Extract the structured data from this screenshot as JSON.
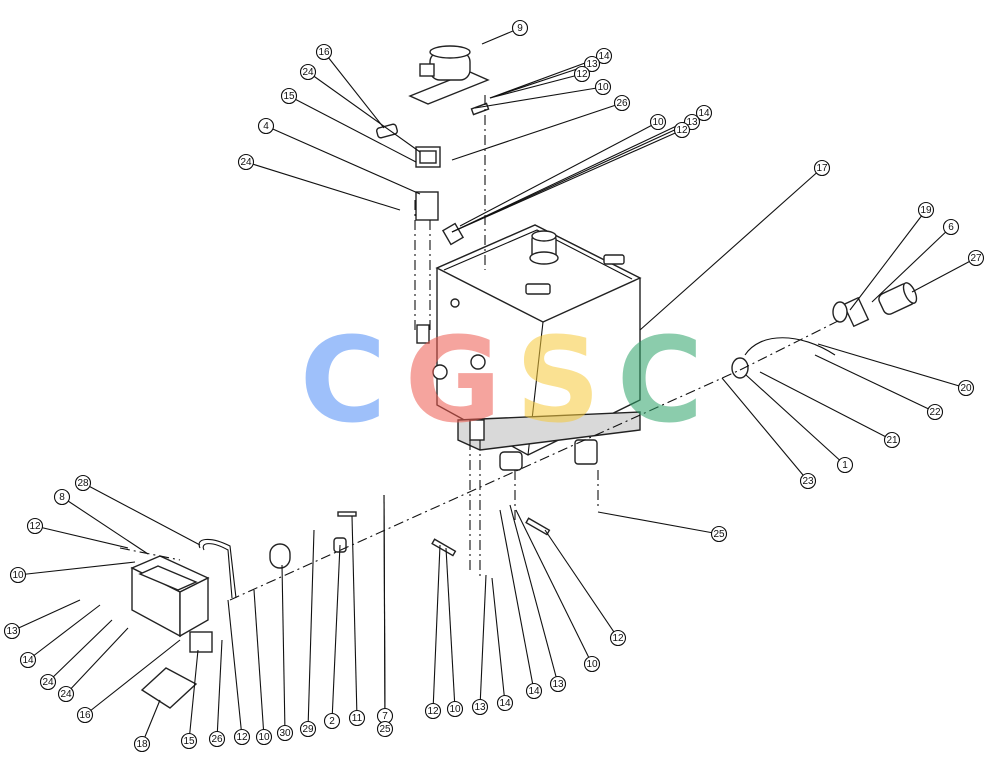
{
  "watermark": {
    "letters": [
      "C",
      "G",
      "S",
      "C"
    ],
    "colors": [
      "#4f8ef7",
      "#ee5a4f",
      "#f6c93a",
      "#2ea36a"
    ]
  },
  "callouts": [
    "9",
    "14",
    "13",
    "12",
    "16",
    "24",
    "15",
    "10",
    "26",
    "4",
    "14",
    "13",
    "12",
    "24",
    "10",
    "17",
    "19",
    "6",
    "27",
    "20",
    "22",
    "21",
    "1",
    "23",
    "25",
    "28",
    "8",
    "12",
    "10",
    "13",
    "14",
    "24",
    "24",
    "16",
    "18",
    "15",
    "26",
    "12",
    "10",
    "30",
    "29",
    "2",
    "11",
    "7",
    "25",
    "12",
    "10",
    "13",
    "14",
    "14",
    "13",
    "10",
    "12"
  ]
}
